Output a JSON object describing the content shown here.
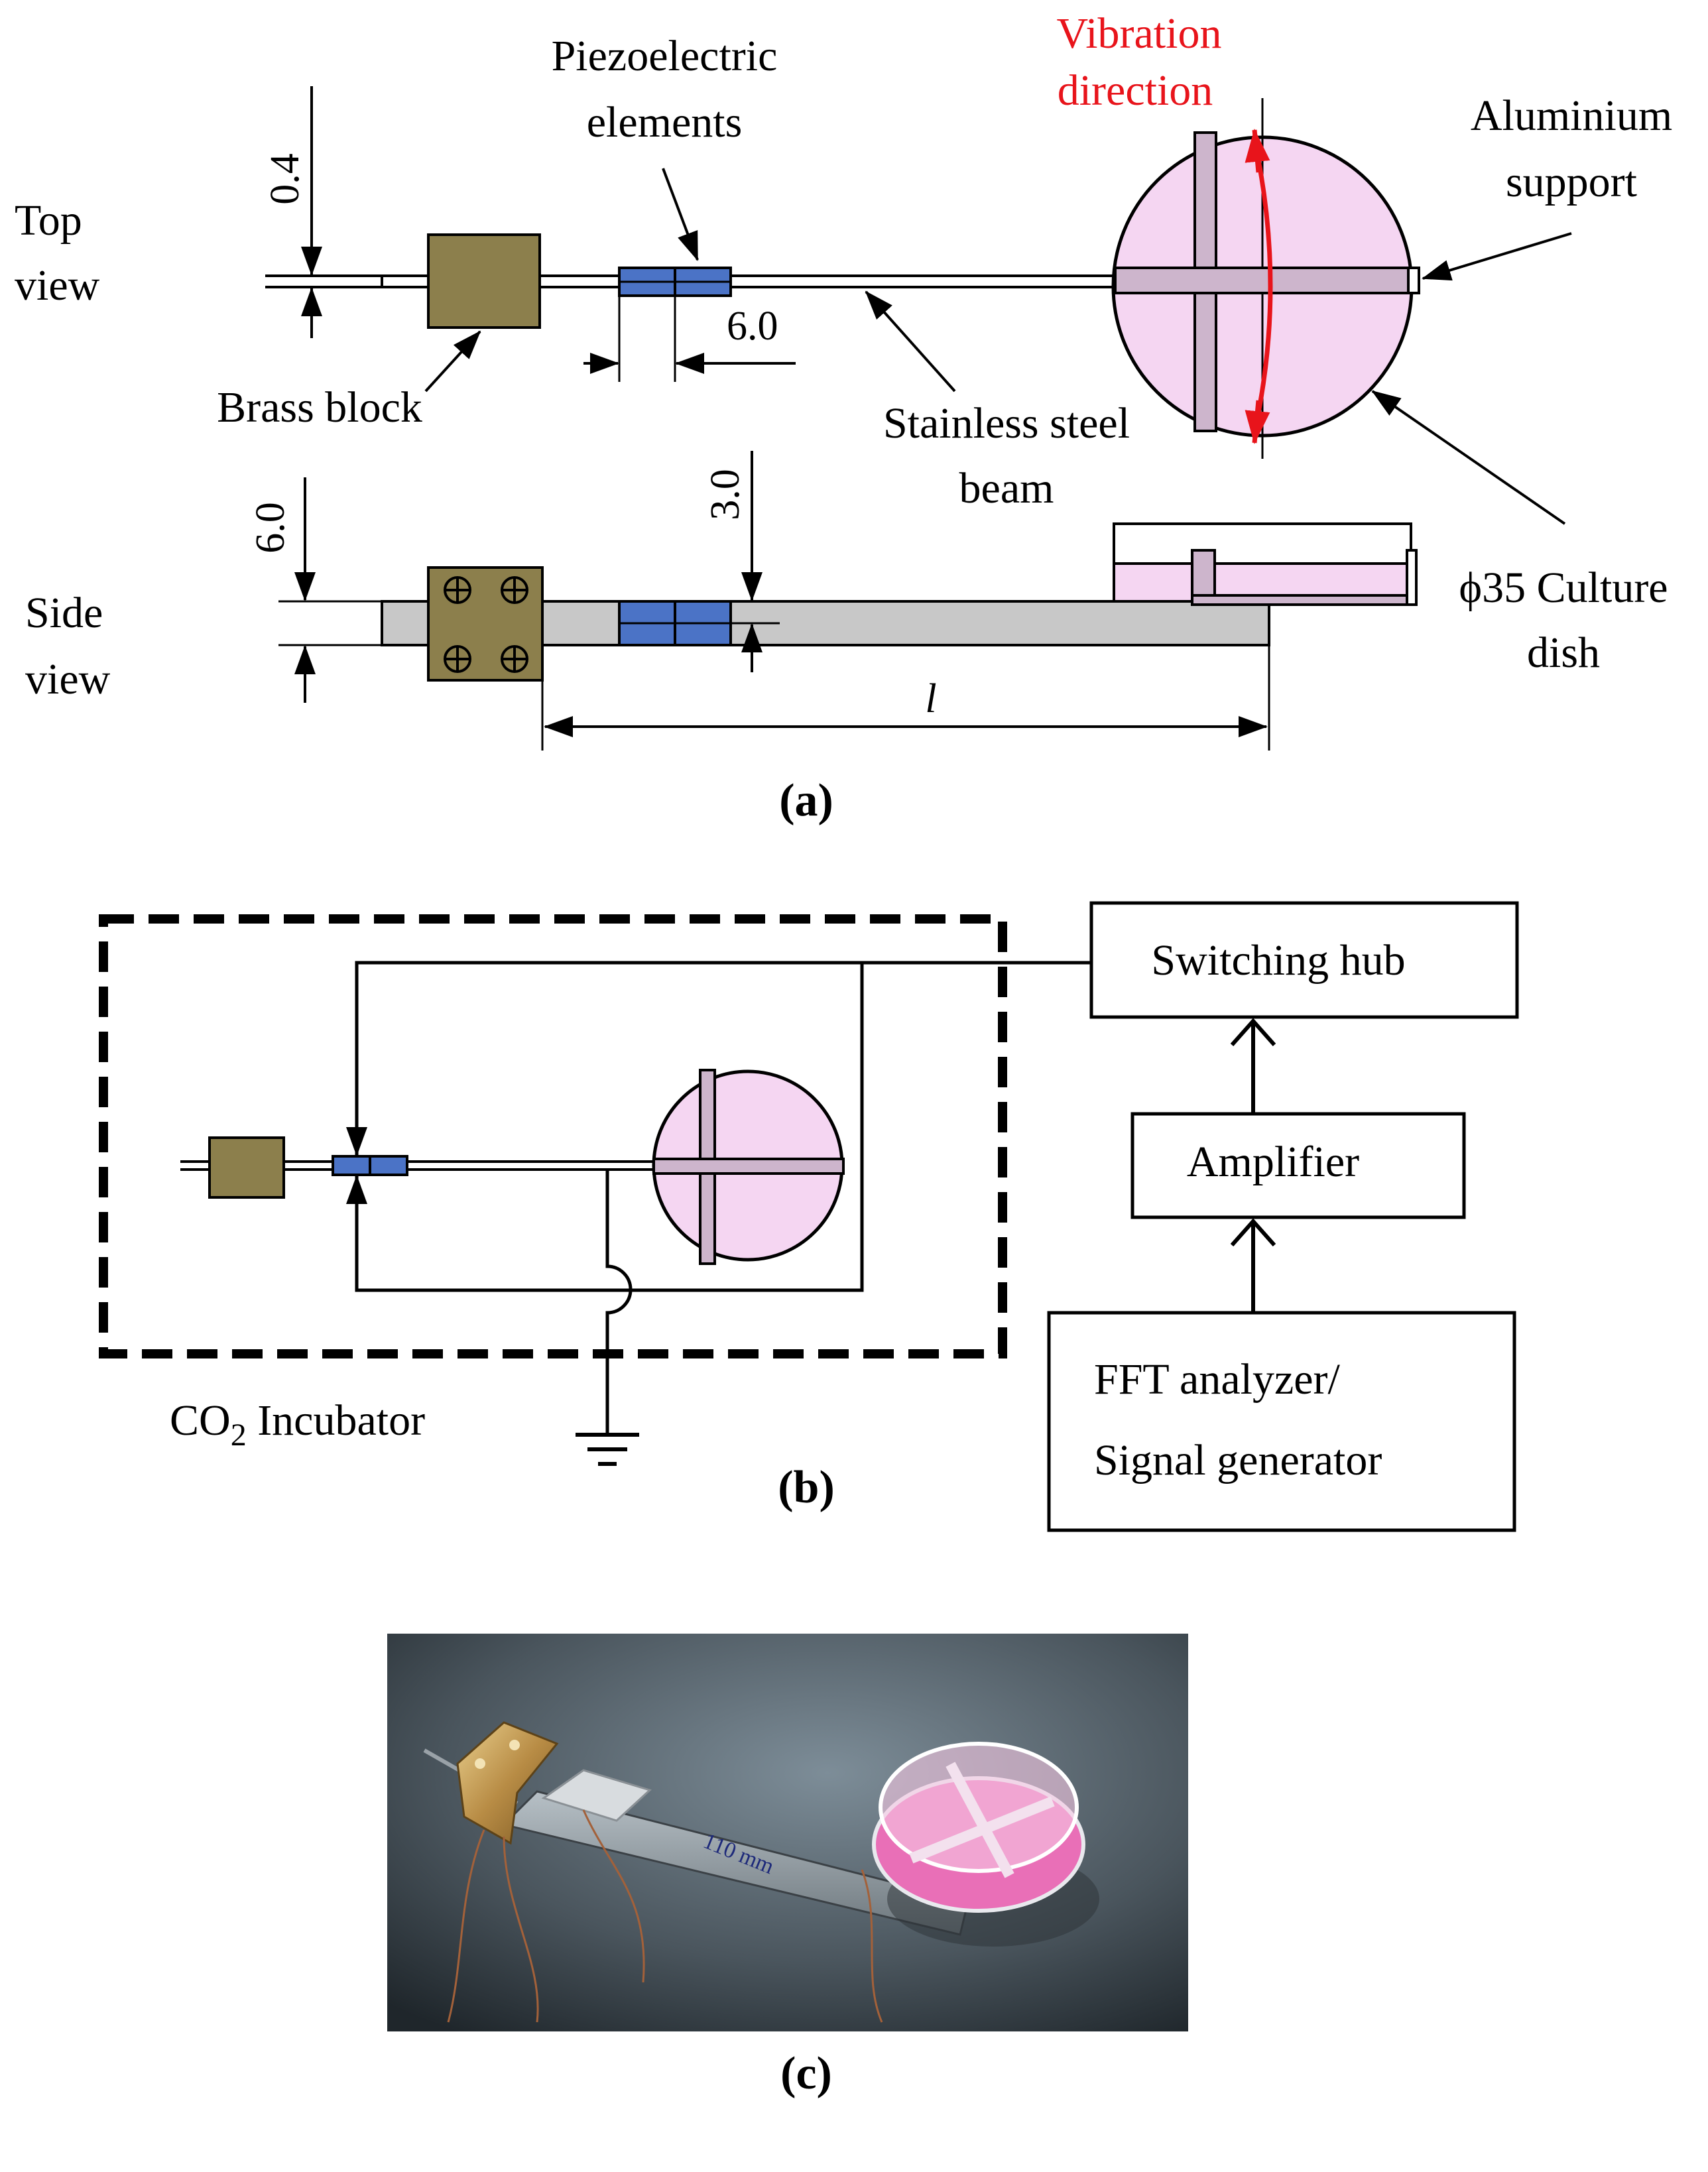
{
  "panel_a": {
    "label": "(a)",
    "top_view": {
      "line1": "Top",
      "line2": "view"
    },
    "side_view": {
      "line1": "Side",
      "line2": "view"
    },
    "piezo": {
      "line1": "Piezoelectric",
      "line2": "elements"
    },
    "vibration": {
      "line1": "Vibration",
      "line2": "direction"
    },
    "aluminium": {
      "line1": "Aluminium",
      "line2": "support"
    },
    "brass": "Brass block",
    "steel": {
      "line1": "Stainless steel",
      "line2": "beam"
    },
    "dish": {
      "line1": "ϕ35 Culture",
      "line2": "dish"
    },
    "dims": {
      "t04": "0.4",
      "w60": "6.0",
      "h60": "6.0",
      "t30": "3.0",
      "len": "l"
    }
  },
  "panel_b": {
    "label": "(b)",
    "incubator": {
      "prefix": "CO",
      "sub": "2",
      "suffix": " Incubator"
    },
    "hub": "Switching hub",
    "amp": "Amplifier",
    "fft": {
      "line1": "FFT analyzer/",
      "line2": "Signal generator"
    }
  },
  "panel_c": {
    "label": "(c)",
    "beam_mark": "110 mm"
  },
  "colors": {
    "brass": "#8c7f4c",
    "piezo": "#4b73c6",
    "dish": "#f5d6f2",
    "beam_side": "#c8c8c8",
    "vibration_red": "#e8141b"
  }
}
